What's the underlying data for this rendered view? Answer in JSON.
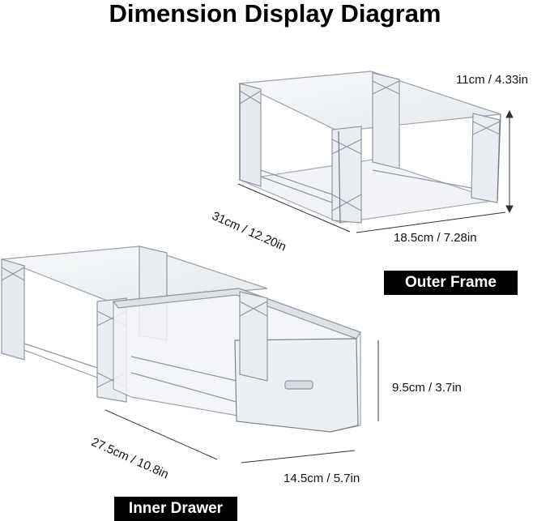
{
  "title": "Dimension Display Diagram",
  "outer_frame": {
    "label": "Outer Frame",
    "height": "11cm / 4.33in",
    "depth": "31cm / 12.20in",
    "width": "18.5cm / 7.28in"
  },
  "inner_drawer": {
    "label": "Inner Drawer",
    "height": "9.5cm / 3.7in",
    "depth": "27.5cm / 10.8in",
    "width": "14.5cm / 5.7in"
  },
  "colors": {
    "label_bg": "#000000",
    "label_text": "#ffffff",
    "product_edge": "#8f97a1",
    "product_fill": "#eef1f4"
  }
}
